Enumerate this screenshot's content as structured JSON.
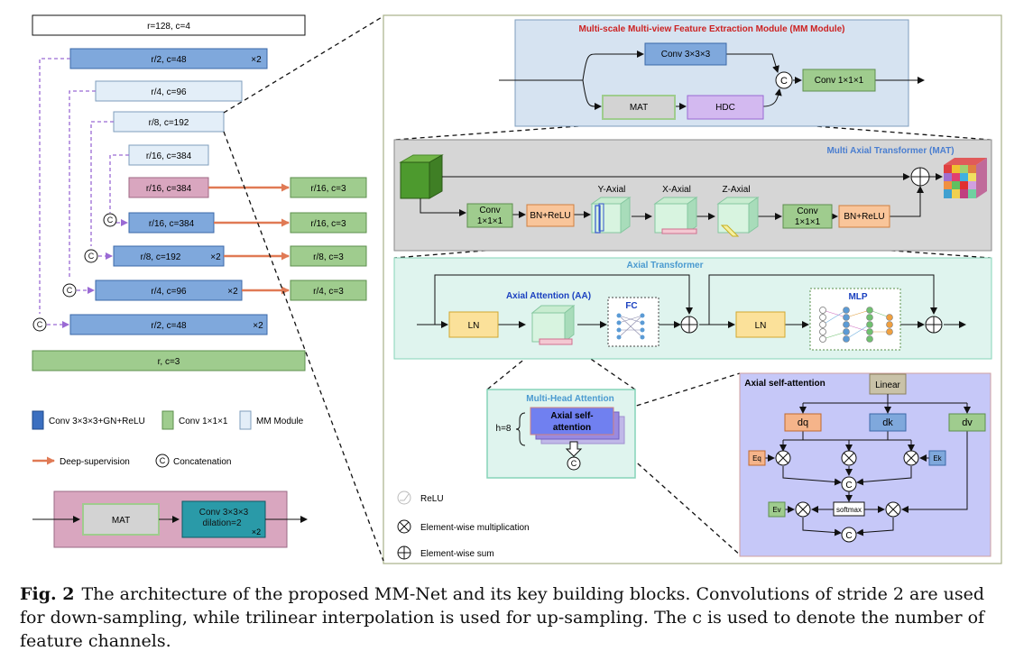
{
  "encoder": {
    "input": "r=128, c=4",
    "e1": "r/2, c=48",
    "e1_rep": "×2",
    "e2": "r/4, c=96",
    "e3": "r/8, c=192",
    "e4": "r/16, c=384",
    "bottleneck": "r/16, c=384"
  },
  "decoder": {
    "d4": "r/16, c=384",
    "d3": "r/8, c=192",
    "d3_rep": "×2",
    "d2": "r/4, c=96",
    "d2_rep": "×2",
    "d1": "r/2, c=48",
    "d1_rep": "×2",
    "output": "r, c=3"
  },
  "deep_supervision": [
    "r/16, c=3",
    "r/16, c=3",
    "r/8, c=3",
    "r/4, c=3"
  ],
  "concat_symbol": "C",
  "legend": {
    "conv_block": "Conv 3×3×3+GN+ReLU",
    "conv1": "Conv 1×1×1",
    "mm": "MM Module",
    "deep_supervision": "Deep-supervision",
    "concat": "Concatenation"
  },
  "mm_block": {
    "mat": "MAT",
    "conv_line1": "Conv 3×3×3",
    "conv_line2": "dilation=2",
    "rep": "×2"
  },
  "mm_module": {
    "title": "Multi-scale Multi-view Feature Extraction Module (MM Module)",
    "conv3": "Conv 3×3×3",
    "mat": "MAT",
    "hdc": "HDC",
    "conv1": "Conv 1×1×1"
  },
  "mat": {
    "title": "Multi Axial Transformer (MAT)",
    "conv_a_1": "Conv",
    "conv_a_2": "1×1×1",
    "bnrelu_a": "BN+ReLU",
    "y_axial": "Y-Axial",
    "x_axial": "X-Axial",
    "z_axial": "Z-Axial",
    "conv_b_1": "Conv",
    "conv_b_2": "1×1×1",
    "bnrelu_b": "BN+ReLU"
  },
  "axial_transformer": {
    "title": "Axial Transformer",
    "ln1": "LN",
    "aa": "Axial Attention (AA)",
    "fc": "FC",
    "ln2": "LN",
    "mlp": "MLP"
  },
  "mha": {
    "title": "Multi-Head Attention",
    "h": "h=8",
    "axial_sa_1": "Axial self-",
    "axial_sa_2": "attention"
  },
  "axial_sa": {
    "title": "Axial self-attention",
    "linear": "Linear",
    "dq": "dq",
    "dk": "dk",
    "dv": "dv",
    "eq": "Eq",
    "ek": "Ek",
    "ev": "Ev",
    "softmax": "softmax"
  },
  "ops_legend": {
    "relu": "ReLU",
    "mult": "Element-wise multiplication",
    "sum": "Element-wise sum"
  },
  "caption": {
    "label": "Fig. 2",
    "text": "The architecture of the proposed MM-Net and its key building blocks. Convolutions of stride 2 are used for down-sampling, while trilinear interpolation is used for up-sampling. The c is used to denote the number of feature channels."
  }
}
